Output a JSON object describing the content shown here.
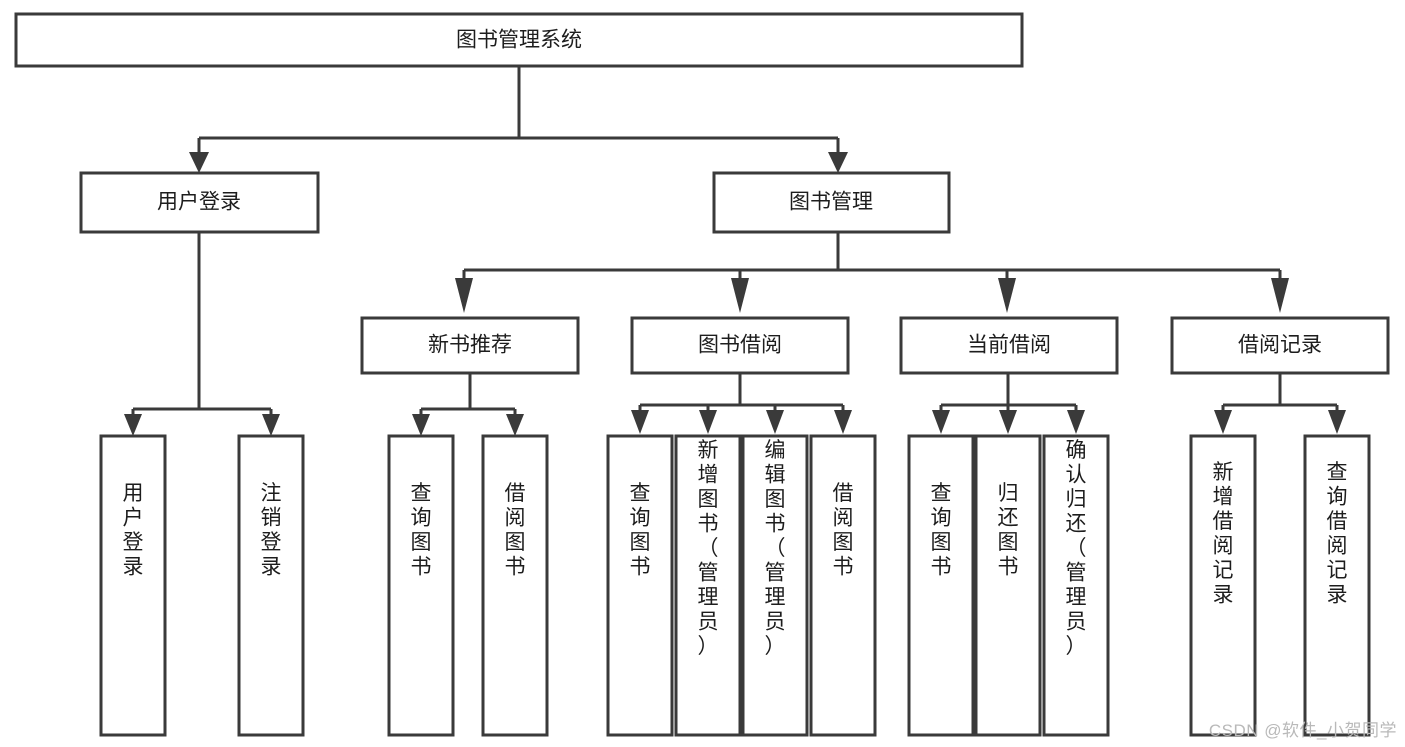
{
  "diagram": {
    "type": "tree",
    "title": "图书管理系统",
    "watermark": "CSDN @软件_小贺同学",
    "root": {
      "id": "root",
      "label": "图书管理系统",
      "orientation": "horizontal"
    },
    "level2": [
      {
        "id": "user-login",
        "label": "用户登录",
        "orientation": "horizontal"
      },
      {
        "id": "book-manage",
        "label": "图书管理",
        "orientation": "horizontal"
      }
    ],
    "level3": [
      {
        "id": "new-book-rec",
        "label": "新书推荐",
        "orientation": "horizontal",
        "parent": "book-manage"
      },
      {
        "id": "book-borrow",
        "label": "图书借阅",
        "orientation": "horizontal",
        "parent": "book-manage"
      },
      {
        "id": "current-borrow",
        "label": "当前借阅",
        "orientation": "horizontal",
        "parent": "book-manage"
      },
      {
        "id": "borrow-record",
        "label": "借阅记录",
        "orientation": "horizontal",
        "parent": "book-manage"
      }
    ],
    "leaves": [
      {
        "id": "leaf-user-login",
        "label": "用户登录",
        "orientation": "vertical",
        "parent": "user-login"
      },
      {
        "id": "leaf-logout",
        "label": "注销登录",
        "orientation": "vertical",
        "parent": "user-login"
      },
      {
        "id": "leaf-query-book-1",
        "label": "查询图书",
        "orientation": "vertical",
        "parent": "new-book-rec"
      },
      {
        "id": "leaf-borrow-book-1",
        "label": "借阅图书",
        "orientation": "vertical",
        "parent": "new-book-rec"
      },
      {
        "id": "leaf-query-book-2",
        "label": "查询图书",
        "orientation": "vertical",
        "parent": "book-borrow"
      },
      {
        "id": "leaf-add-book",
        "label": "新增图书（管理员）",
        "orientation": "vertical",
        "parent": "book-borrow"
      },
      {
        "id": "leaf-edit-book",
        "label": "编辑图书（管理员）",
        "orientation": "vertical",
        "parent": "book-borrow"
      },
      {
        "id": "leaf-borrow-book-2",
        "label": "借阅图书",
        "orientation": "vertical",
        "parent": "book-borrow"
      },
      {
        "id": "leaf-query-book-3",
        "label": "查询图书",
        "orientation": "vertical",
        "parent": "current-borrow"
      },
      {
        "id": "leaf-return-book",
        "label": "归还图书",
        "orientation": "vertical",
        "parent": "current-borrow"
      },
      {
        "id": "leaf-confirm-return",
        "label": "确认归还（管理员）",
        "orientation": "vertical",
        "parent": "current-borrow"
      },
      {
        "id": "leaf-add-record",
        "label": "新增借阅记录",
        "orientation": "vertical",
        "parent": "borrow-record"
      },
      {
        "id": "leaf-query-record",
        "label": "查询借阅记录",
        "orientation": "vertical",
        "parent": "borrow-record"
      }
    ],
    "colors": {
      "stroke": "#3a3a3a",
      "fill": "#ffffff",
      "text": "#1d1d1d",
      "watermark": "#b9b9b9"
    }
  }
}
